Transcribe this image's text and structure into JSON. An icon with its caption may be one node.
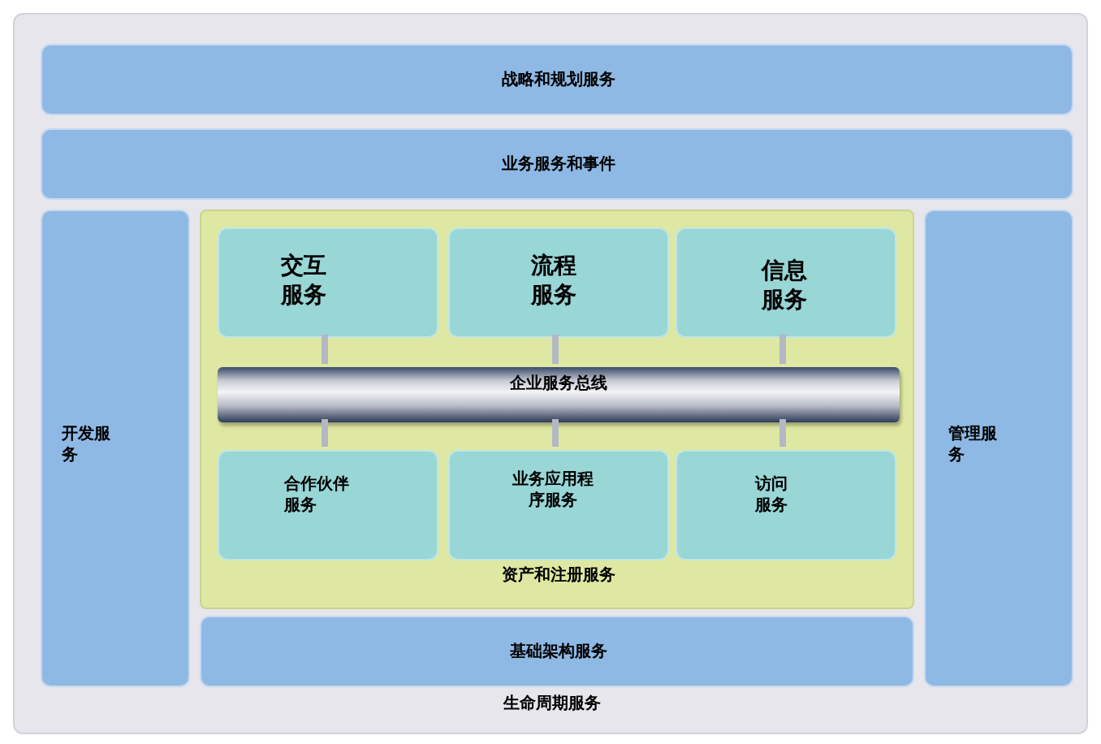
{
  "diagram": {
    "nodes": [
      {
        "text": [
          "生命周期服务"
        ]
      },
      {
        "text": [
          "战略和规划服务"
        ],
        "in": 0
      },
      {
        "text": [
          "业务服务和事件"
        ],
        "in": 0
      },
      {
        "text": [
          "开发服务"
        ],
        "in": 0
      },
      {
        "text": [
          "资产和注册服务"
        ],
        "in": 0
      },
      {
        "text": [
          "交互服务"
        ],
        "in": 4
      },
      {
        "text": [
          "流程服务"
        ],
        "in": 4
      },
      {
        "text": [
          "信息服务"
        ],
        "in": 4
      },
      {
        "text": [
          "企业服务总线"
        ],
        "in": 4
      },
      {
        "text": [
          "合作伙伴服务"
        ],
        "in": 4
      },
      {
        "text": [
          "业务应用程序服务"
        ],
        "in": 4
      },
      {
        "text": [
          "访问服务"
        ],
        "in": 4
      },
      {
        "text": [
          "管理服务"
        ],
        "in": 0
      },
      {
        "text": [
          "基础架构服务"
        ],
        "in": 0
      }
    ],
    "edges": [
      {
        "from": 5,
        "to": 8,
        "arrow": "none"
      },
      {
        "from": 6,
        "to": 8,
        "arrow": "none"
      },
      {
        "from": 7,
        "to": 8,
        "arrow": "none"
      },
      {
        "from": 8,
        "to": 9,
        "arrow": "none"
      },
      {
        "from": 8,
        "to": 10,
        "arrow": "none"
      },
      {
        "from": 8,
        "to": 11,
        "arrow": "none"
      }
    ]
  }
}
